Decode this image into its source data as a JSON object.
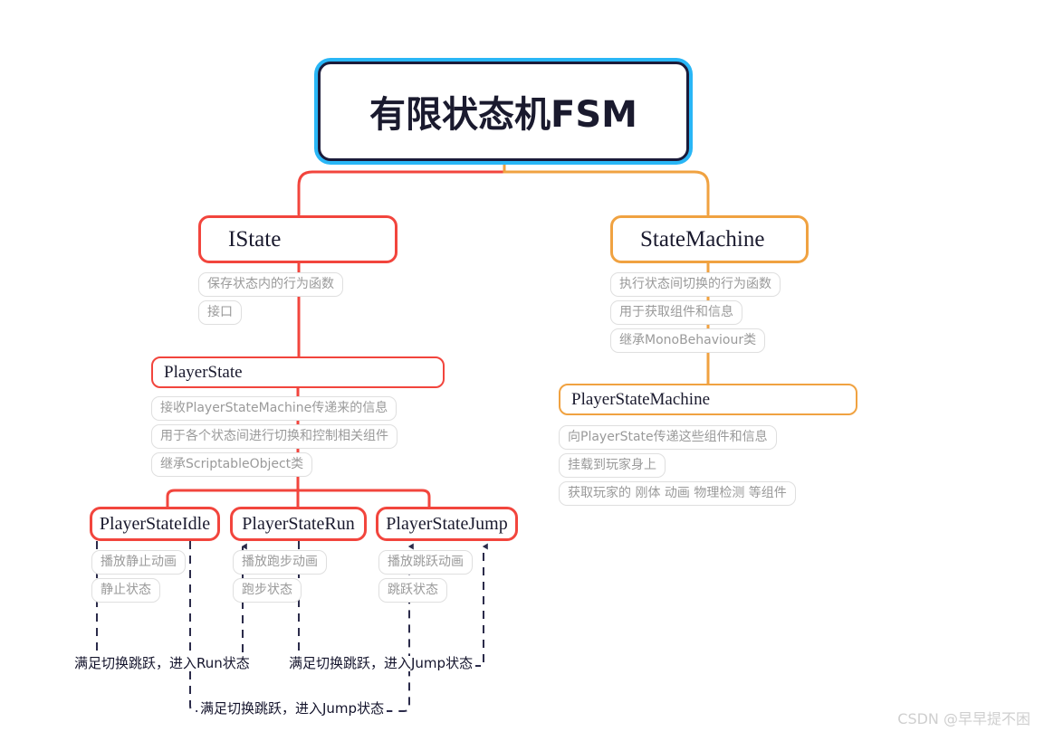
{
  "diagram": {
    "title": "有限状态机FSM",
    "colors": {
      "root_outer": "#29b6f6",
      "root_inner": "#1b1b3a",
      "branch_red": "#f2453d",
      "branch_orange": "#f0a241",
      "tag_border": "#dfdfdf",
      "tag_text": "#9a9a9a",
      "transition_line": "#2b2b4a",
      "watermark": "#cfcfcf"
    },
    "nodes": {
      "root": {
        "label": "有限状态机FSM"
      },
      "istate": {
        "label": "IState",
        "tags": [
          "保存状态内的行为函数",
          "接口"
        ]
      },
      "state_machine": {
        "label": "StateMachine",
        "tags": [
          "执行状态间切换的行为函数",
          "用于获取组件和信息",
          "继承MonoBehaviour类"
        ]
      },
      "player_state": {
        "label": "PlayerState",
        "tags": [
          "接收PlayerStateMachine传递来的信息",
          "用于各个状态间进行切换和控制相关组件",
          "继承ScriptableObject类"
        ]
      },
      "player_state_machine": {
        "label": "PlayerStateMachine",
        "tags": [
          "向PlayerState传递这些组件和信息",
          "挂载到玩家身上",
          "获取玩家的 刚体 动画 物理检测 等组件"
        ]
      },
      "player_state_idle": {
        "label": "PlayerStateIdle",
        "tags": [
          "播放静止动画",
          "静止状态"
        ]
      },
      "player_state_run": {
        "label": "PlayerStateRun",
        "tags": [
          "播放跑步动画",
          "跑步状态"
        ]
      },
      "player_state_jump": {
        "label": "PlayerStateJump",
        "tags": [
          "播放跳跃动画",
          "跳跃状态"
        ]
      }
    },
    "transitions": [
      {
        "id": "idle-to-run",
        "label": "满足切换跳跃，进入Run状态"
      },
      {
        "id": "run-to-jump",
        "label": "满足切换跳跃，进入Jump状态"
      },
      {
        "id": "idle-to-jump",
        "label": "满足切换跳跃，进入Jump状态"
      }
    ],
    "watermark": "CSDN @早早提不困"
  }
}
